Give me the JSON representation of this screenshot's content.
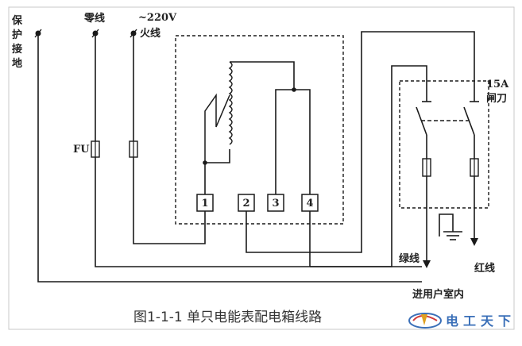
{
  "labels": {
    "ground": [
      "保",
      "护",
      "接",
      "地"
    ],
    "neutral": "零线",
    "voltage": "~220V",
    "live": "火线",
    "fuse": "FU",
    "breaker_rating": "15A",
    "breaker_name": "闸刀",
    "green_wire": "绿线",
    "red_wire": "红线",
    "indoor": "进用户室内"
  },
  "terminals": [
    "1",
    "2",
    "3",
    "4"
  ],
  "caption": "图1-1-1  单只电能表配电箱线路",
  "watermark": "电工天下"
}
